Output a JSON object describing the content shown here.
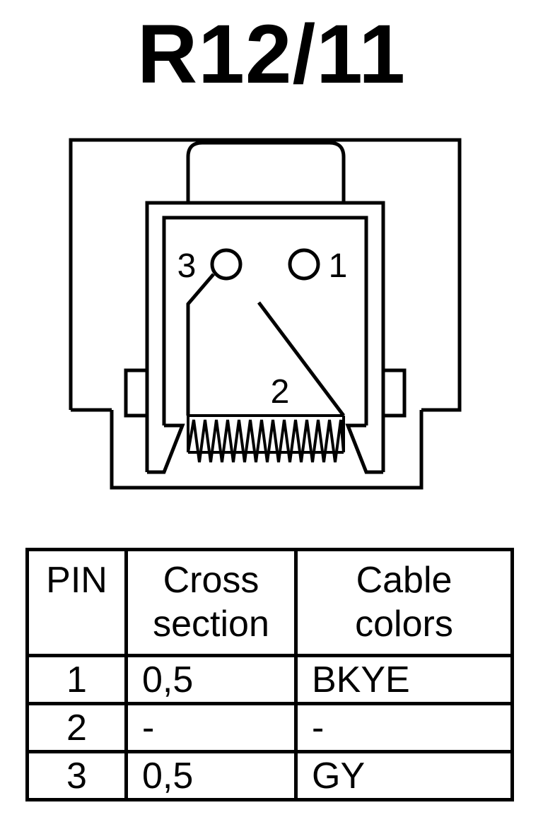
{
  "title": "R12/11",
  "connector": {
    "pin_labels": [
      "3",
      "1",
      "2"
    ]
  },
  "table": {
    "headers": {
      "pin": "PIN",
      "cross_section": [
        "Cross",
        "section"
      ],
      "cable_colors": [
        "Cable",
        "colors"
      ]
    },
    "rows": [
      {
        "pin": "1",
        "cross_section": "0,5",
        "cable_color": "BKYE"
      },
      {
        "pin": "2",
        "cross_section": "-",
        "cable_color": "-"
      },
      {
        "pin": "3",
        "cross_section": "0,5",
        "cable_color": "GY"
      }
    ]
  }
}
